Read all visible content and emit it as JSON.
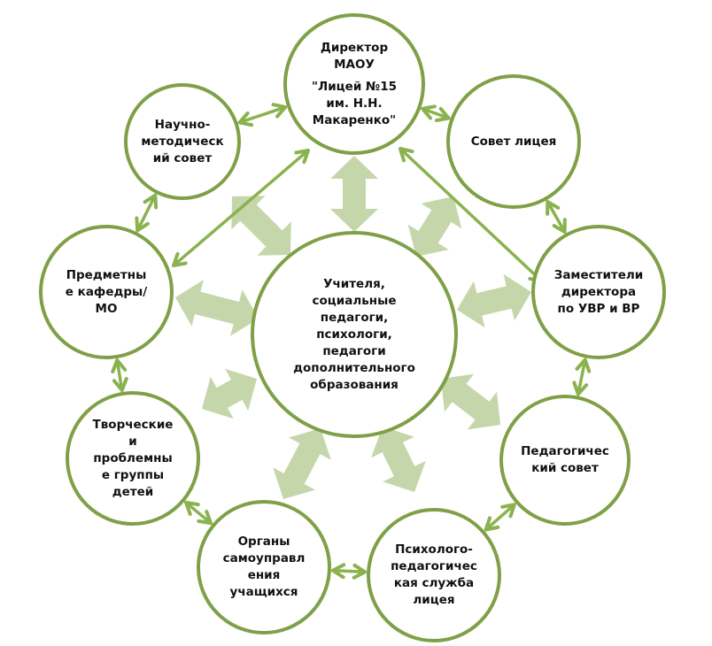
{
  "diagram": {
    "colors": {
      "circle_stroke": "#7fa046",
      "thin_arrow": "#8ab24e",
      "thick_arrow": "#c6d6ab",
      "text": "#111111"
    },
    "center": {
      "id": "teachers",
      "lines": [
        "Учителя,",
        "социальные",
        "педагоги,",
        "психологи,",
        "педагоги",
        "дополнительного",
        "образования"
      ]
    },
    "nodes": [
      {
        "id": "director",
        "lines": [
          "Директор",
          "МАОУ",
          "\"Лицей №15",
          "им. Н.Н.",
          "Макаренко\""
        ]
      },
      {
        "id": "council",
        "lines": [
          "Совет лицея"
        ]
      },
      {
        "id": "deputies",
        "lines": [
          "Заместители",
          "директора",
          "по УВР и ВР"
        ]
      },
      {
        "id": "ped-council",
        "lines": [
          "Педагогичес",
          "кий совет"
        ]
      },
      {
        "id": "psych-service",
        "lines": [
          "Психолого-",
          "педагогичес",
          "кая служба",
          "лицея"
        ]
      },
      {
        "id": "self-government",
        "lines": [
          "Органы",
          "самоуправл",
          "ения",
          "учащихся"
        ]
      },
      {
        "id": "creative-groups",
        "lines": [
          "Творческие",
          "и",
          "проблемны",
          "е группы",
          "детей"
        ]
      },
      {
        "id": "departments",
        "lines": [
          "Предметны",
          "е кафедры/",
          "МО"
        ]
      },
      {
        "id": "sci-council",
        "lines": [
          "Научно-",
          "методическ",
          "ий совет"
        ]
      }
    ]
  }
}
